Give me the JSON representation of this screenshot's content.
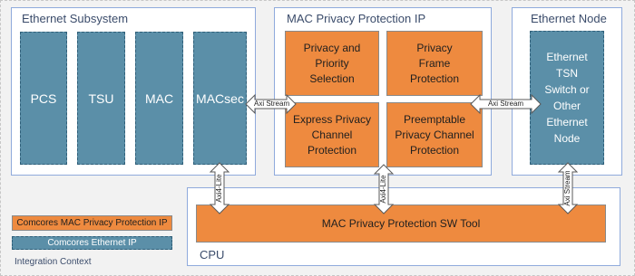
{
  "colors": {
    "orange_block": "#ee8a3f",
    "teal_block": "#5b8fa8",
    "panel_border": "#8faadc",
    "background": "#f2f2f2"
  },
  "ethernet_subsystem": {
    "title": "Ethernet Subsystem",
    "blocks": [
      "PCS",
      "TSU",
      "MAC",
      "MACsec"
    ]
  },
  "mac_privacy_ip": {
    "title": "MAC Privacy Protection IP",
    "blocks": [
      "Privacy and Priority Selection",
      "Privacy Frame Protection",
      "Express Privacy Channel Protection",
      "Preemptable Privacy Channel Protection"
    ]
  },
  "ethernet_node": {
    "title": "Ethernet Node",
    "block": "Ethernet TSN Switch or Other Ethernet Node"
  },
  "cpu": {
    "title": "CPU",
    "tool": "MAC Privacy Protection SW Tool"
  },
  "connections": {
    "axi_stream_left": "Axi Stream",
    "axi_stream_right": "Axi Stream",
    "axi_lite_left": "Axi4-Lite",
    "axi_lite_middle": "Axi4-Lite",
    "axi_stream_vertical": "Axi Stream"
  },
  "legend": {
    "orange_item": "Comcores MAC Privacy Protection IP",
    "teal_item": "Comcores Ethernet IP",
    "context_label": "Integration Context"
  }
}
